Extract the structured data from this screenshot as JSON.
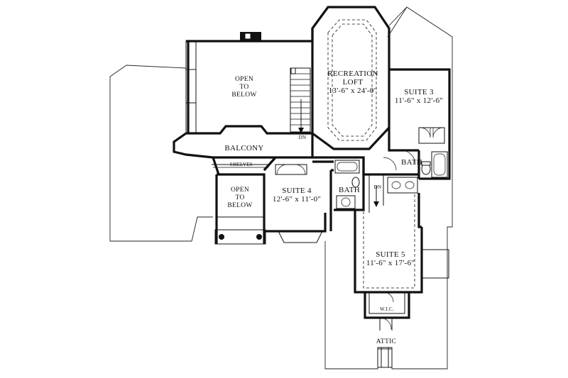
{
  "plan": {
    "rooms": {
      "open_below_main": [
        "OPEN",
        "TO",
        "BELOW"
      ],
      "recreation_loft": {
        "name": [
          "RECREATION",
          "LOFT"
        ],
        "size": "13'-6\" x 24'-0\""
      },
      "suite3": {
        "name": "SUITE 3",
        "size": "11'-6\" x 12'-6\""
      },
      "balcony": "BALCONY",
      "shelves": "SHELVES",
      "open_below_small": [
        "OPEN",
        "TO",
        "BELOW"
      ],
      "suite4": {
        "name": "SUITE 4",
        "size": "12'-6\" x 11'-0\""
      },
      "bath_center": "BATH",
      "bath_right": "BATH",
      "suite5": {
        "name": "SUITE 5",
        "size": "11'-6\" x 17'-6\""
      },
      "wic": "W.I.C.",
      "attic": "ATTIC"
    },
    "stair_labels": {
      "main": "DN",
      "secondary": "DN"
    }
  }
}
